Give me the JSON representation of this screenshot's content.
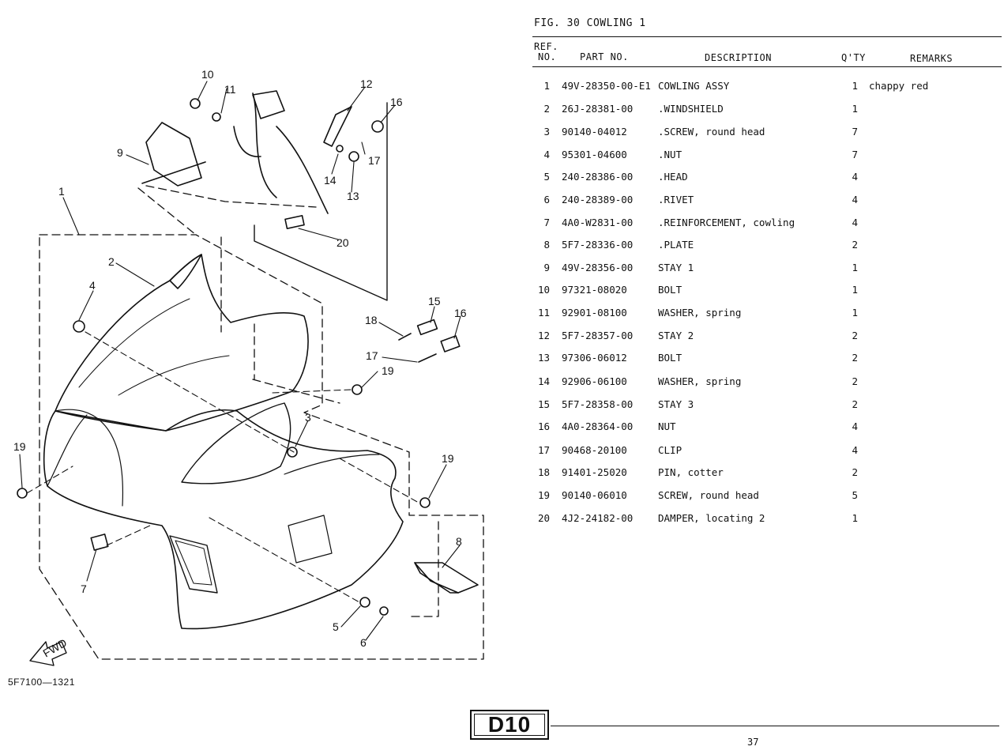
{
  "figure": {
    "title": "FIG. 30  COWLING 1",
    "drawing_number": "5F7100—1321",
    "page_code": "D10",
    "page_number": "37",
    "fwd_label": "FWD"
  },
  "table": {
    "headers": {
      "ref_no_line1": "REF.",
      "ref_no_line2": "NO.",
      "part_no": "PART NO.",
      "description": "DESCRIPTION",
      "qty": "Q'TY",
      "remarks": "REMARKS"
    },
    "rows": [
      {
        "no": "1",
        "part": "49V-28350-00-E1",
        "desc": "COWLING ASSY",
        "qty": "1",
        "remarks": "chappy red"
      },
      {
        "no": "2",
        "part": "26J-28381-00",
        "desc": ".WINDSHIELD",
        "qty": "1",
        "remarks": ""
      },
      {
        "no": "3",
        "part": "90140-04012",
        "desc": ".SCREW, round head",
        "qty": "7",
        "remarks": ""
      },
      {
        "no": "4",
        "part": "95301-04600",
        "desc": ".NUT",
        "qty": "7",
        "remarks": ""
      },
      {
        "no": "5",
        "part": "240-28386-00",
        "desc": ".HEAD",
        "qty": "4",
        "remarks": ""
      },
      {
        "no": "6",
        "part": "240-28389-00",
        "desc": ".RIVET",
        "qty": "4",
        "remarks": ""
      },
      {
        "no": "7",
        "part": "4A0-W2831-00",
        "desc": ".REINFORCEMENT, cowling",
        "qty": "4",
        "remarks": ""
      },
      {
        "no": "8",
        "part": "5F7-28336-00",
        "desc": ".PLATE",
        "qty": "2",
        "remarks": ""
      },
      {
        "no": "9",
        "part": "49V-28356-00",
        "desc": "STAY 1",
        "qty": "1",
        "remarks": ""
      },
      {
        "no": "10",
        "part": "97321-08020",
        "desc": "BOLT",
        "qty": "1",
        "remarks": ""
      },
      {
        "no": "11",
        "part": "92901-08100",
        "desc": "WASHER, spring",
        "qty": "1",
        "remarks": ""
      },
      {
        "no": "12",
        "part": "5F7-28357-00",
        "desc": "STAY 2",
        "qty": "2",
        "remarks": ""
      },
      {
        "no": "13",
        "part": "97306-06012",
        "desc": "BOLT",
        "qty": "2",
        "remarks": ""
      },
      {
        "no": "14",
        "part": "92906-06100",
        "desc": "WASHER, spring",
        "qty": "2",
        "remarks": ""
      },
      {
        "no": "15",
        "part": "5F7-28358-00",
        "desc": "STAY 3",
        "qty": "2",
        "remarks": ""
      },
      {
        "no": "16",
        "part": "4A0-28364-00",
        "desc": "NUT",
        "qty": "4",
        "remarks": ""
      },
      {
        "no": "17",
        "part": "90468-20100",
        "desc": "CLIP",
        "qty": "4",
        "remarks": ""
      },
      {
        "no": "18",
        "part": "91401-25020",
        "desc": "PIN, cotter",
        "qty": "2",
        "remarks": ""
      },
      {
        "no": "19",
        "part": "90140-06010",
        "desc": "SCREW, round head",
        "qty": "5",
        "remarks": ""
      },
      {
        "no": "20",
        "part": "4J2-24182-00",
        "desc": "DAMPER, locating 2",
        "qty": "1",
        "remarks": ""
      }
    ]
  },
  "callouts": [
    "10",
    "11",
    "12",
    "16",
    "9",
    "17",
    "14",
    "13",
    "1",
    "20",
    "2",
    "4",
    "15",
    "16",
    "18",
    "17",
    "19",
    "3",
    "19",
    "19",
    "8",
    "7",
    "5",
    "6"
  ]
}
